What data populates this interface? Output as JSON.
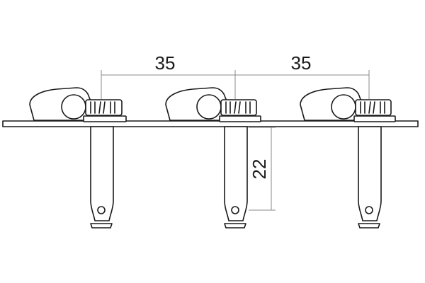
{
  "diagram": {
    "dimensions": {
      "spacing_left": "35",
      "spacing_right": "35",
      "post_length": "22"
    },
    "tuner_count": 3
  }
}
